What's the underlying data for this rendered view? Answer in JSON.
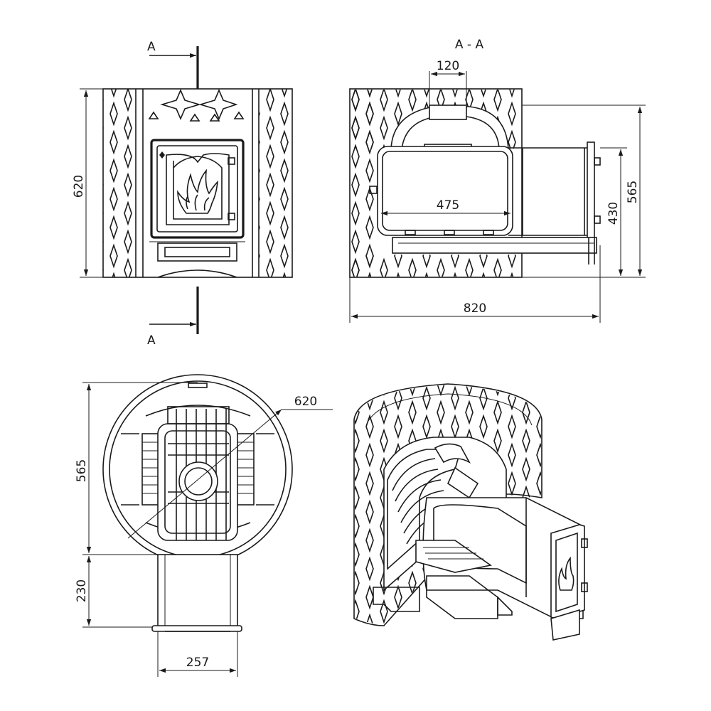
{
  "section": {
    "cut_marker_top": "A",
    "cut_marker_bottom": "A",
    "title": "A - A"
  },
  "dimensions": {
    "front_height": "620",
    "flue_width": "120",
    "chamber_length": "475",
    "firebox_height": "430",
    "side_height": "565",
    "overall_length": "820",
    "top_diameter": "620",
    "top_depth": "565",
    "tunnel_length": "230",
    "tunnel_width": "257"
  },
  "colors": {
    "line": "#1a1a1a",
    "background": "#ffffff"
  },
  "icons": [
    "flame-icon",
    "diamond-pattern"
  ]
}
